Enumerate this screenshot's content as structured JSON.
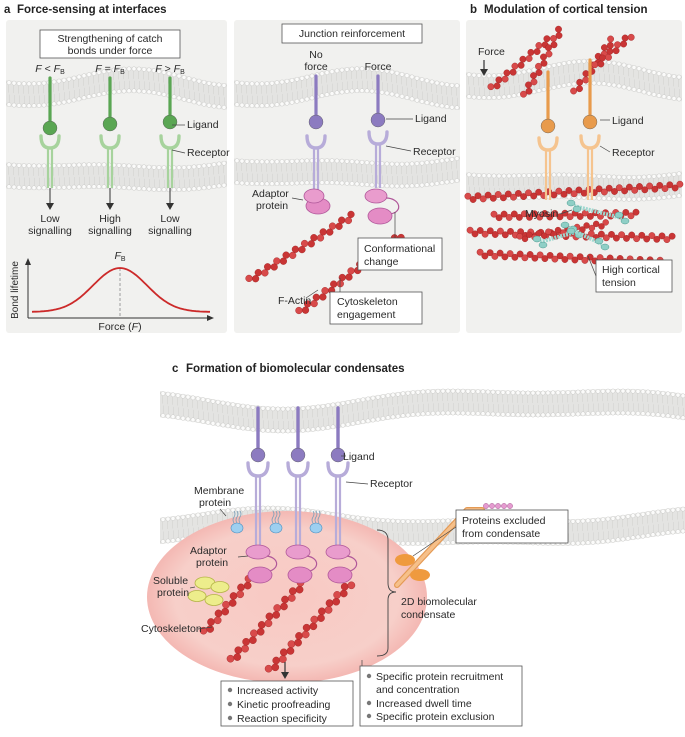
{
  "panels": {
    "a": {
      "letter": "a",
      "title": "Force-sensing at interfaces",
      "catch_box": [
        "Strengthening of catch",
        "bonds under force"
      ],
      "force_labels": [
        {
          "pre": "F",
          "op": " < ",
          "post": "F",
          "sub": "B"
        },
        {
          "pre": "F",
          "op": " = ",
          "post": "F",
          "sub": "B"
        },
        {
          "pre": "F",
          "op": " > ",
          "post": "F",
          "sub": "B"
        }
      ],
      "ligand": "Ligand",
      "receptor": "Receptor",
      "signalling": [
        [
          "Low",
          "signalling"
        ],
        [
          "High",
          "signalling"
        ],
        [
          "Low",
          "signalling"
        ]
      ],
      "graph": {
        "peak_main": "F",
        "peak_sub": "B",
        "ylabel": "Bond lifetime",
        "xlabel": "Force (",
        "xlabel_var": "F",
        "xlabel_end": ")"
      }
    },
    "a2": {
      "junction_box": "Junction reinforcement",
      "no_force": [
        "No",
        "force"
      ],
      "force": "Force",
      "ligand": "Ligand",
      "receptor": "Receptor",
      "adaptor": [
        "Adaptor",
        "protein"
      ],
      "conformational": [
        "Conformational",
        "change"
      ],
      "factin": "F-Actin",
      "cytoskeleton": [
        "Cytoskeleton",
        "engagement"
      ]
    },
    "b": {
      "letter": "b",
      "title": "Modulation of cortical tension",
      "force": "Force",
      "ligand": "Ligand",
      "receptor": "Receptor",
      "myosin": "Myosin",
      "tension": [
        "High cortical",
        "tension"
      ]
    },
    "c": {
      "letter": "c",
      "title": "Formation of biomolecular condensates",
      "ligand": "Ligand",
      "receptor": "Receptor",
      "membrane_protein": [
        "Membrane",
        "protein"
      ],
      "adaptor": [
        "Adaptor",
        "protein"
      ],
      "soluble": [
        "Soluble",
        "protein"
      ],
      "cytoskeleton": "Cytoskeleton",
      "excluded": [
        "Proteins excluded",
        "from condensate"
      ],
      "condensate": [
        "2D biomolecular",
        "condensate"
      ],
      "outcomes": [
        "Increased activity",
        "Kinetic proofreading",
        "Reaction specificity"
      ],
      "features": [
        "Specific protein recruitment",
        "and concentration",
        "Increased dwell time",
        "Specific protein exclusion"
      ]
    }
  },
  "colors": {
    "green": "#6fb86a",
    "purple": "#8c7bc0",
    "orange": "#f0a75a",
    "actin": "#cc3b3b",
    "pink": "#e48cc5",
    "myosin": "#9fd8d0",
    "membrane": "#e7e7e6",
    "condensate": "#f6c4c0"
  }
}
